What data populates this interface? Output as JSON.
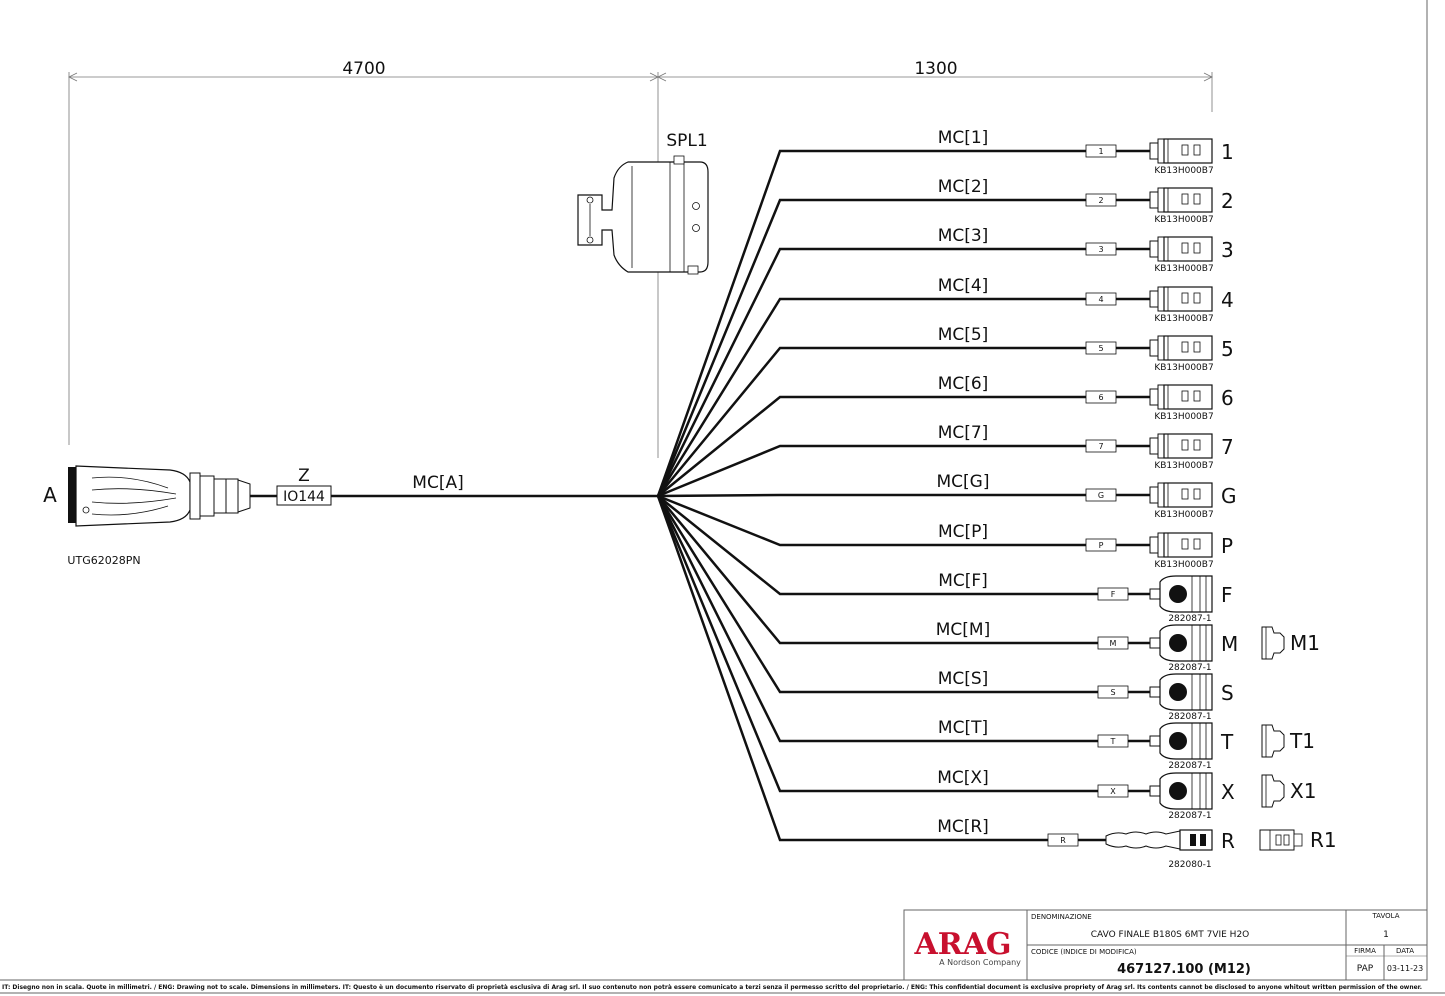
{
  "dimensions": {
    "left": "4700",
    "right": "1300"
  },
  "splice": {
    "label": "SPL1"
  },
  "main_connector": {
    "label": "A",
    "part": "UTG62028PN"
  },
  "sleeve": {
    "letter": "Z",
    "code": "IO144"
  },
  "trunk": {
    "label": "MC[A]"
  },
  "branches": [
    {
      "wire": "MC[1]",
      "tag": "1",
      "end": "1",
      "part": "KB13H000B7",
      "kind": "kb"
    },
    {
      "wire": "MC[2]",
      "tag": "2",
      "end": "2",
      "part": "KB13H000B7",
      "kind": "kb"
    },
    {
      "wire": "MC[3]",
      "tag": "3",
      "end": "3",
      "part": "KB13H000B7",
      "kind": "kb"
    },
    {
      "wire": "MC[4]",
      "tag": "4",
      "end": "4",
      "part": "KB13H000B7",
      "kind": "kb"
    },
    {
      "wire": "MC[5]",
      "tag": "5",
      "end": "5",
      "part": "KB13H000B7",
      "kind": "kb"
    },
    {
      "wire": "MC[6]",
      "tag": "6",
      "end": "6",
      "part": "KB13H000B7",
      "kind": "kb"
    },
    {
      "wire": "MC[7]",
      "tag": "7",
      "end": "7",
      "part": "KB13H000B7",
      "kind": "kb"
    },
    {
      "wire": "MC[G]",
      "tag": "G",
      "end": "G",
      "part": "KB13H000B7",
      "kind": "kb"
    },
    {
      "wire": "MC[P]",
      "tag": "P",
      "end": "P",
      "part": "KB13H000B7",
      "kind": "kb"
    },
    {
      "wire": "MC[F]",
      "tag": "F",
      "end": "F",
      "part": "282087-1",
      "kind": "round"
    },
    {
      "wire": "MC[M]",
      "tag": "M",
      "end": "M",
      "part": "282087-1",
      "kind": "round",
      "mate": "M1"
    },
    {
      "wire": "MC[S]",
      "tag": "S",
      "end": "S",
      "part": "282087-1",
      "kind": "round"
    },
    {
      "wire": "MC[T]",
      "tag": "T",
      "end": "T",
      "part": "282087-1",
      "kind": "round",
      "mate": "T1"
    },
    {
      "wire": "MC[X]",
      "tag": "X",
      "end": "X",
      "part": "282087-1",
      "kind": "round",
      "mate": "X1"
    },
    {
      "wire": "MC[R]",
      "tag": "R",
      "end": "R",
      "part": "282080-1",
      "kind": "plug",
      "mate": "R1"
    }
  ],
  "title_block": {
    "logo": "ARAG",
    "logo_sub": "A Nordson Company",
    "denominazione_label": "DENOMINAZIONE",
    "denominazione": "CAVO FINALE B180S 6MT 7VIE H2O",
    "codice_label": "CODICE (INDICE DI MODIFICA)",
    "codice": "467127.100 (M12)",
    "tavola_label": "TAVOLA",
    "tavola": "1",
    "firma_label": "FIRMA",
    "firma": "PAP",
    "data_label": "DATA",
    "data": "03-11-23"
  },
  "footer": "IT: Disegno non in scala. Quote in millimetri. / ENG: Drawing not to scale. Dimensions in millimeters. IT: Questo è un documento riservato di proprietà esclusiva di Arag srl. Il suo contenuto non potrà essere comunicato a terzi senza il permesso scritto del proprietario. / ENG: This confidential document is exclusive propriety of Arag srl. Its contents cannot be disclosed to anyone whitout written permission of the owner."
}
